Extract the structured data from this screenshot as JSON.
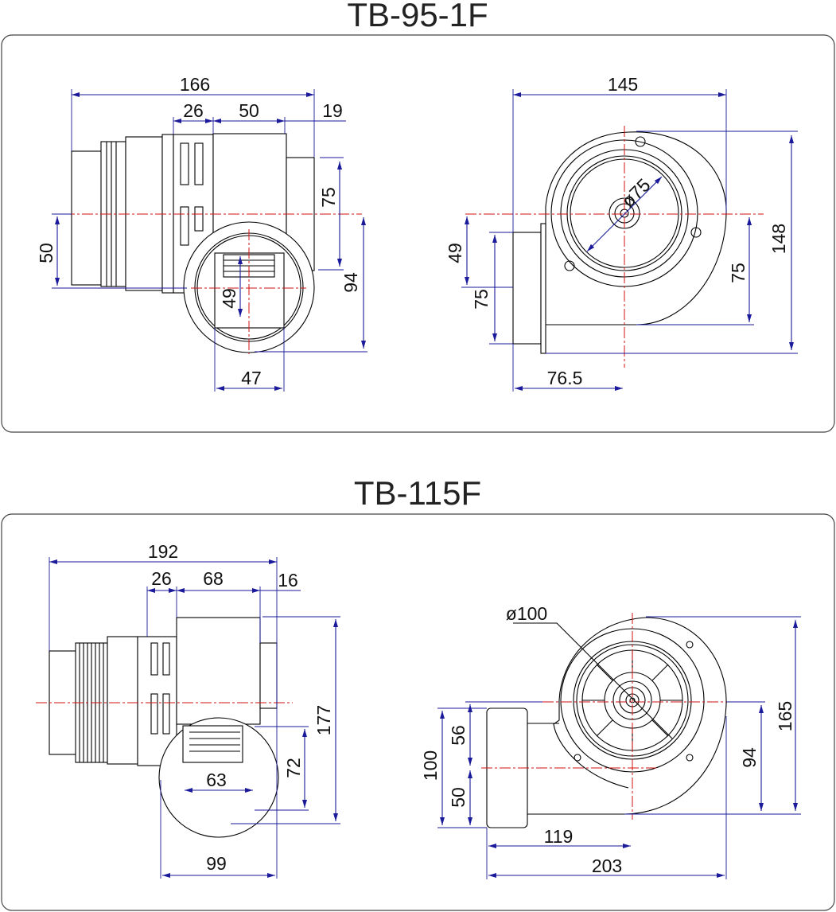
{
  "models": [
    {
      "title": "TB-95-1F",
      "side_view": {
        "overall_length": "166",
        "motor_length": "26",
        "housing_length": "50",
        "outlet_length": "19",
        "motor_offset": "50",
        "outlet_height": "75",
        "total_height": "94",
        "inlet_height": "49",
        "inlet_width": "47"
      },
      "front_view": {
        "width": "145",
        "height": "148",
        "inlet_diameter": "ø75",
        "outlet_offset": "49",
        "outlet_height": "75",
        "lower_height": "75",
        "center_to_outlet": "76.5"
      }
    },
    {
      "title": "TB-115F",
      "side_view": {
        "overall_length": "192",
        "motor_length": "26",
        "housing_length": "68",
        "outlet_length": "16",
        "inlet_width": "63",
        "inlet_height": "72",
        "total_height": "177",
        "housing_depth": "99"
      },
      "front_view": {
        "inlet_diameter": "ø100",
        "height": "165",
        "lower_height": "94",
        "upper_offset": "56",
        "lower_offset": "50",
        "outlet_height": "100",
        "center_to_outlet": "119",
        "width": "203"
      }
    }
  ],
  "colors": {
    "dimension": "#1a1a9a",
    "centerline": "#d01010",
    "outline": "#000000"
  }
}
